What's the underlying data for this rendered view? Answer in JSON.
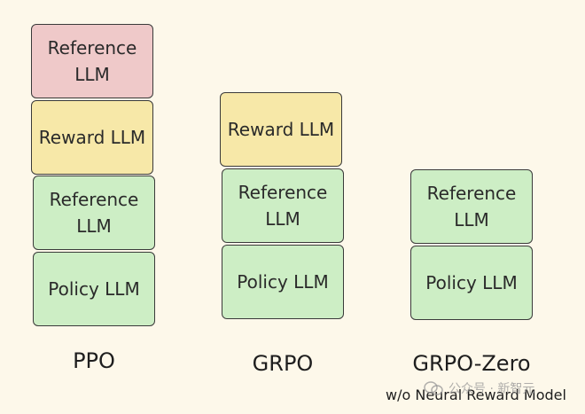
{
  "columns": [
    {
      "caption": "PPO",
      "blocks": [
        {
          "label": "Reference LLM",
          "kind": "reference",
          "color": "#efc9c9"
        },
        {
          "label": "Reward LLM",
          "kind": "reward",
          "color": "#f7e8a8"
        },
        {
          "label": "Reference LLM",
          "kind": "reference",
          "color": "#cdeec5"
        },
        {
          "label": "Policy LLM",
          "kind": "policy",
          "color": "#cdeec5"
        }
      ]
    },
    {
      "caption": "GRPO",
      "blocks": [
        {
          "label": "Reward LLM",
          "kind": "reward",
          "color": "#f7e8a8"
        },
        {
          "label": "Reference LLM",
          "kind": "reference",
          "color": "#cdeec5"
        },
        {
          "label": "Policy LLM",
          "kind": "policy",
          "color": "#cdeec5"
        }
      ]
    },
    {
      "caption": "GRPO-Zero",
      "subcaption": "w/o Neural Reward Model",
      "blocks": [
        {
          "label": "Reference LLM",
          "kind": "reference",
          "color": "#cdeec5"
        },
        {
          "label": "Policy LLM",
          "kind": "policy",
          "color": "#cdeec5"
        }
      ]
    }
  ],
  "watermark": "公众号 · 新智元",
  "colors": {
    "background": "#fdf8ea",
    "reference_pink": "#efc9c9",
    "reward_yellow": "#f7e8a8",
    "green": "#cdeec5",
    "border": "#3a3a3a"
  }
}
